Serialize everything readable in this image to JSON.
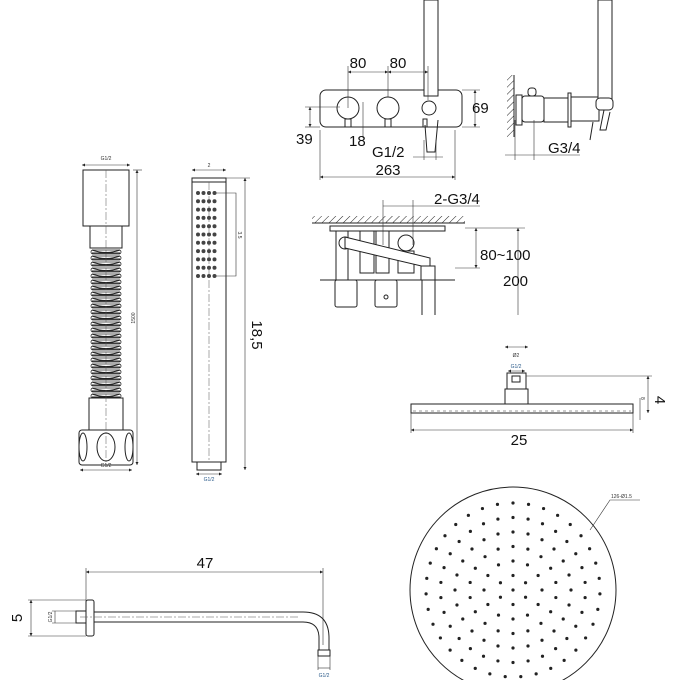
{
  "mixer_front": {
    "dim_80_a": "80",
    "dim_80_b": "80",
    "dim_69": "69",
    "dim_39": "39",
    "dim_18": "18",
    "dim_g12": "G1/2",
    "dim_263": "263"
  },
  "mixer_side": {
    "dim_g34": "G3/4"
  },
  "mixer_install": {
    "dim_2g34": "2-G3/4",
    "dim_80_100": "80~100",
    "dim_200": "200"
  },
  "hose": {
    "top_thread": "G1/2",
    "length": "1500",
    "bottom_thread": "G1/2"
  },
  "hand_shower": {
    "width": "2",
    "spray_length": "3.5",
    "length": "18,5",
    "thread": "G1/2"
  },
  "rain_head_side": {
    "connector_diameter": "Ø2",
    "thread": "G1/2",
    "height": "4",
    "thickness": "8",
    "diameter": "25"
  },
  "rain_head_top": {
    "holes_label": "126-Ø1.5",
    "hole_count": 126
  },
  "shower_arm": {
    "length": "47",
    "flange": "5",
    "wall_thread": "G1/2",
    "outlet_thread": "G1/2"
  }
}
